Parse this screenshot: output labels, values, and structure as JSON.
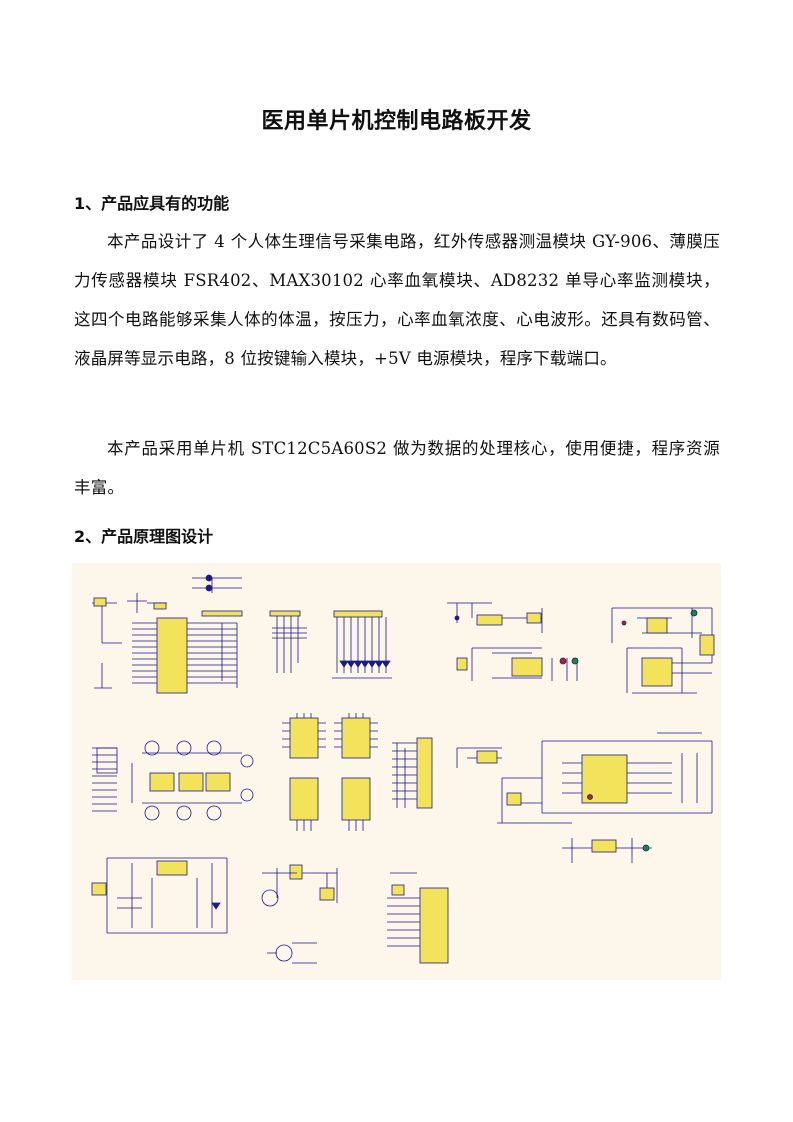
{
  "document": {
    "title": "医用单片机控制电路板开发",
    "sections": [
      {
        "heading": "1、产品应具有的功能",
        "paragraphs": [
          "本产品设计了 4 个人体生理信号采集电路，红外传感器测温模块 GY-906、薄膜压力传感器模块 FSR402、MAX30102 心率血氧模块、AD8232 单导心率监测模块，这四个电路能够采集人体的体温，按压力，心率血氧浓度、心电波形。还具有数码管、液晶屏等显示电路，8 位按键输入模块，+5V 电源模块，程序下载端口。",
          "本产品采用单片机 STC12C5A60S2 做为数据的处理核心，使用便捷，程序资源丰富。"
        ]
      },
      {
        "heading": "2、产品原理图设计"
      }
    ],
    "figure": {
      "background_color": "#fdf6ea",
      "wire_color": "#1a1a8a",
      "component_color": "#f2e35a",
      "accent_red": "#c0201a",
      "accent_green": "#1a8a2a"
    }
  }
}
